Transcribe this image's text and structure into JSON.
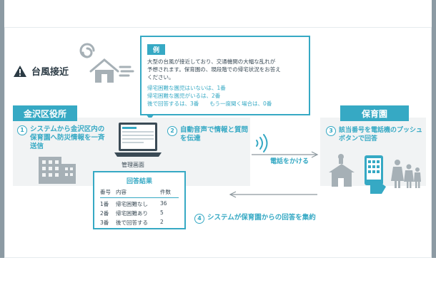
{
  "warning": {
    "label": "台風接近",
    "icon": "warning-icon"
  },
  "callout": {
    "tag": "例",
    "lines": [
      "大型の台風が接近しており、交通機関の大幅な乱れが",
      "予想されます。保育園の、現段階での帰宅状況をお答え",
      "ください。"
    ],
    "options": [
      "帰宅困難な園児はいないは、1番",
      "帰宅困難な園児がいるは、2番",
      "後で回答するは、3番　　もう一度聞く場合は、0番"
    ]
  },
  "labels": {
    "office": "金沢区役所",
    "nursery": "保育園"
  },
  "steps": [
    {
      "num": "1",
      "text": "システムから金沢区内の保育園へ防災情報を一斉送信"
    },
    {
      "num": "2",
      "text": "自動音声で情報と質問を伝達"
    },
    {
      "num": "3",
      "text": "該当番号を電話機のプッシュボタンで回答"
    },
    {
      "num": "4",
      "text": "システムが保育園からの回答を集約"
    }
  ],
  "laptop_caption": "管理画面",
  "call_label": "電話をかける",
  "results": {
    "title": "回答結果",
    "headers": [
      "番号",
      "内容",
      "件数"
    ],
    "rows": [
      [
        "1番",
        "帰宅困難なし",
        "36"
      ],
      [
        "2番",
        "帰宅困難あり",
        "5"
      ],
      [
        "3番",
        "後で回答する",
        "2"
      ]
    ]
  },
  "colors": {
    "accent": "#36a9c4",
    "panel": "#f1f3f4",
    "text": "#3a4a55",
    "art": "#a6b0b6"
  }
}
